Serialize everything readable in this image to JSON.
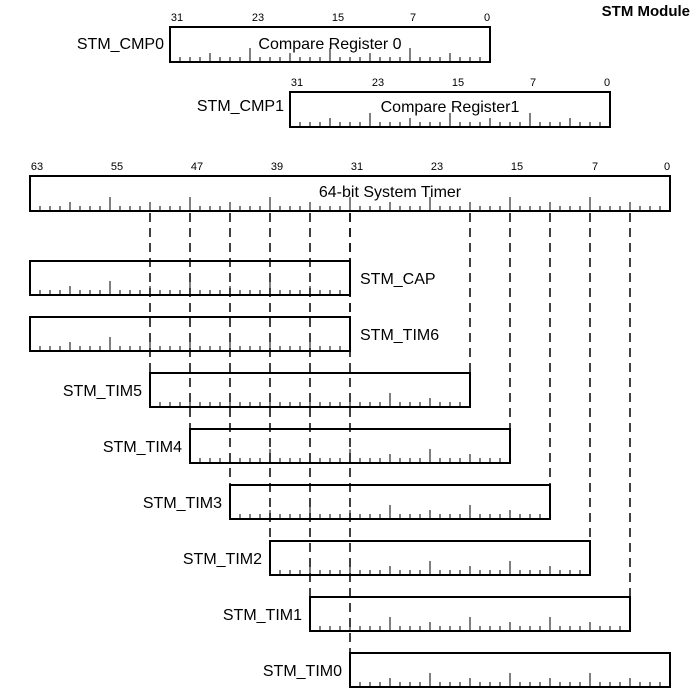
{
  "header": {
    "title": "STM Module"
  },
  "compare_registers": [
    {
      "name": "STM_CMP0",
      "caption": "Compare Register 0",
      "bit_labels": [
        "31",
        "23",
        "15",
        "7",
        "0"
      ]
    },
    {
      "name": "STM_CMP1",
      "caption": "Compare Register1",
      "bit_labels": [
        "31",
        "23",
        "15",
        "7",
        "0"
      ]
    }
  ],
  "timer": {
    "caption": "64-bit System Timer",
    "bit_labels": [
      "63",
      "55",
      "47",
      "39",
      "31",
      "23",
      "15",
      "7",
      "0"
    ]
  },
  "timer_registers": [
    {
      "name": "STM_CAP",
      "msb": 63,
      "lsb": 32
    },
    {
      "name": "STM_TIM6",
      "msb": 63,
      "lsb": 32
    },
    {
      "name": "STM_TIM5",
      "msb": 51,
      "lsb": 20
    },
    {
      "name": "STM_TIM4",
      "msb": 47,
      "lsb": 16
    },
    {
      "name": "STM_TIM3",
      "msb": 43,
      "lsb": 12
    },
    {
      "name": "STM_TIM2",
      "msb": 39,
      "lsb": 8
    },
    {
      "name": "STM_TIM1",
      "msb": 35,
      "lsb": 4
    },
    {
      "name": "STM_TIM0",
      "msb": 31,
      "lsb": 0
    }
  ]
}
